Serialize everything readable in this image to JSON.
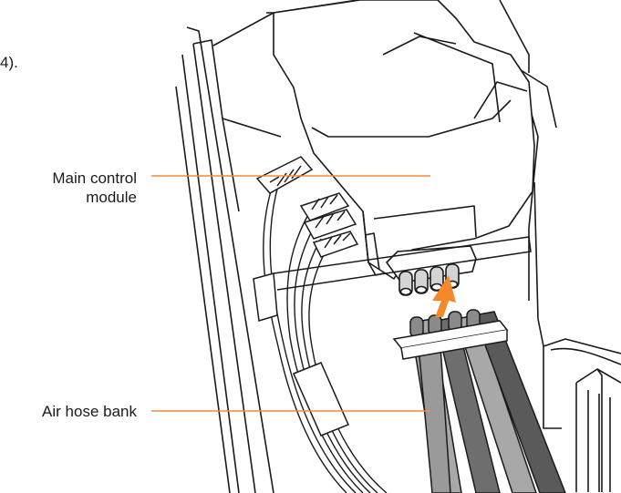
{
  "text_fragment": "4).",
  "callouts": {
    "main_control_module": {
      "line1": "Main control",
      "line2": "module"
    },
    "air_hose_bank": {
      "label": "Air hose bank"
    }
  },
  "colors": {
    "leader_line": "#f28b3c",
    "arrow": "#f5892a",
    "outline": "#1a1a1a",
    "hose_light": "#a8a8a8",
    "hose_dark": "#6e6e6e",
    "hose_darker": "#5a5a5a",
    "module_fill": "#ffffff"
  }
}
